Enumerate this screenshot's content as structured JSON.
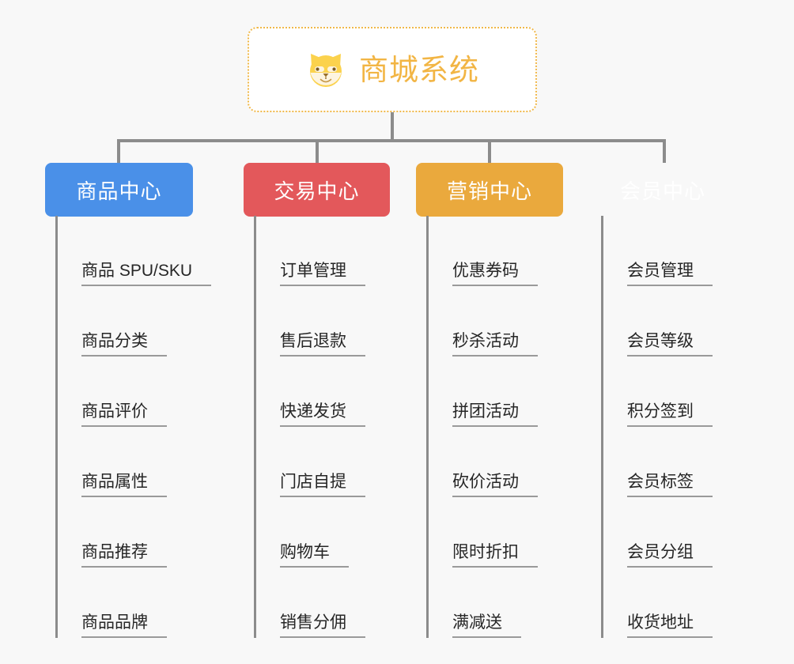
{
  "background_color": "#f8f8f8",
  "root": {
    "title": "商城系统",
    "icon": "shiba-dog-icon",
    "text_color": "#f2b544",
    "border_color": "#f0b849"
  },
  "connector_color": "#8c8c8c",
  "columns": [
    {
      "id": "product-center",
      "title": "商品中心",
      "color": "#4a90e8",
      "items": [
        "商品 SPU/SKU",
        "商品分类",
        "商品评价",
        "商品属性",
        "商品推荐",
        "商品品牌"
      ]
    },
    {
      "id": "trade-center",
      "title": "交易中心",
      "color": "#e3585b",
      "items": [
        "订单管理",
        "售后退款",
        "快递发货",
        "门店自提",
        "购物车",
        "销售分佣"
      ]
    },
    {
      "id": "marketing-center",
      "title": "营销中心",
      "color": "#eaa93d",
      "items": [
        "优惠券码",
        "秒杀活动",
        "拼团活动",
        "砍价活动",
        "限时折扣",
        "满减送"
      ]
    },
    {
      "id": "member-center",
      "title": "会员中心",
      "color": "#76c council",
      "items": [
        "会员管理",
        "会员等级",
        "积分签到",
        "会员标签",
        "会员分组",
        "收货地址"
      ]
    }
  ]
}
